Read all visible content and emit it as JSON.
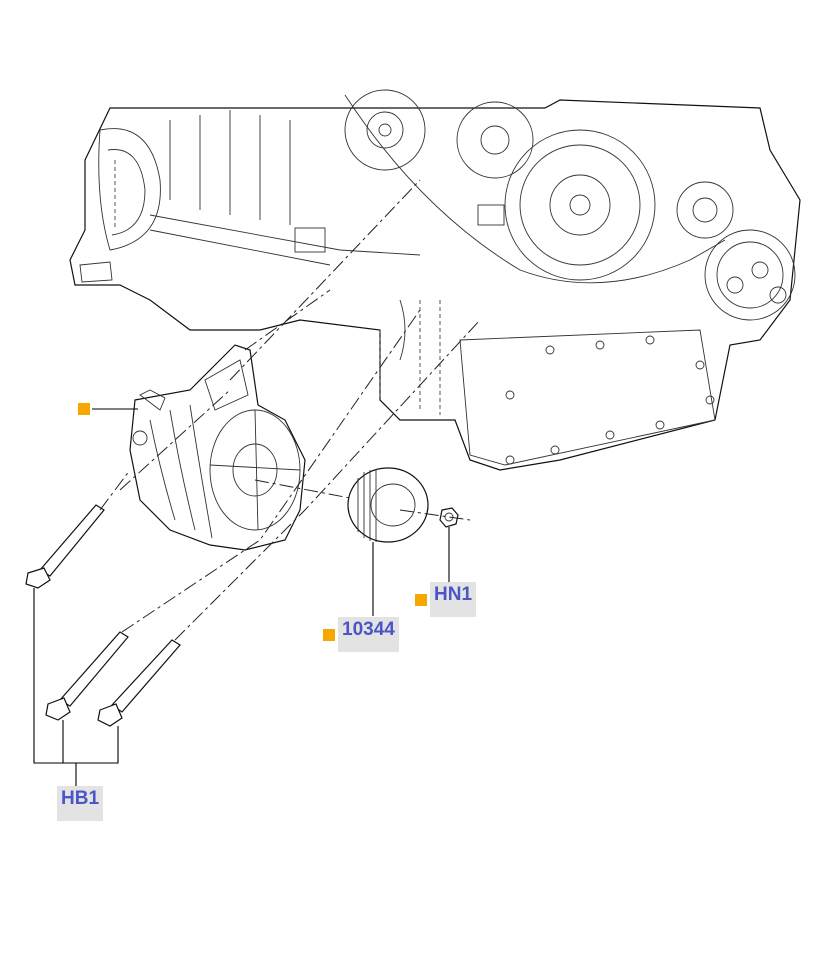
{
  "diagram": {
    "colors": {
      "marker": "#f5a800",
      "label_text": "#4a55c8",
      "label_background": "#e3e3e3",
      "line": "#000000"
    },
    "callouts": {
      "alternator": {
        "label": ""
      },
      "pulley": {
        "label": "10344"
      },
      "nut": {
        "label": "HN1"
      },
      "bolts": {
        "label": "HB1"
      }
    }
  }
}
